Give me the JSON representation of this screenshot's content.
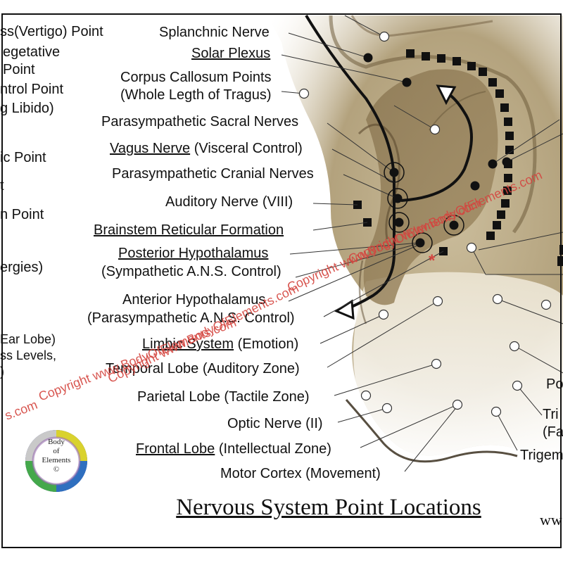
{
  "title": "Nervous System Point Locations",
  "site_fragment": "ww",
  "logo": {
    "line1": "Body",
    "line2": "of",
    "line3": "Elements",
    "line4": "©"
  },
  "watermark": "Copyright www.BodyOfElements.com",
  "watermark_prefix_fragment": "s.com",
  "left_cut_labels": [
    "ss(Vertigo) Point",
    "egetative",
    "Point",
    "ntrol Point",
    "g Libido)",
    "ic Point",
    "t",
    "n Point",
    "ergies)",
    "Ear Lobe)",
    "ss Levels,",
    ")"
  ],
  "points": {
    "splanchnic": "Splanchnic Nerve",
    "solar_plexus": "Solar Plexus",
    "corpus_callosum_1": "Corpus Callosum Points",
    "corpus_callosum_2": "(Whole Legth of Tragus)",
    "para_sacral": "Parasympathetic Sacral Nerves",
    "vagus_u": "Vagus Nerve",
    "vagus_rest": " (Visceral Control)",
    "para_cranial": "Parasympathetic Cranial Nerves",
    "auditory": "Auditory Nerve (VIII)",
    "brainstem": "Brainstem Reticular Formation",
    "post_hypo_u": "Posterior Hypothalamus",
    "post_hypo_2": "(Sympathetic A.N.S. Control)",
    "ant_hypo_1": "Anterior Hypothalamus",
    "ant_hypo_2": "(Parasympathetic A.N.S. Control)",
    "limbic_u": "Limbic System",
    "limbic_rest": " (Emotion)",
    "temporal": "Temporal Lobe (Auditory Zone)",
    "parietal": "Parietal Lobe (Tactile Zone)",
    "optic": "Optic Nerve (II)",
    "frontal_u": "Frontal Lobe",
    "frontal_rest": " (Intellectual Zone)",
    "motor": "Motor Cortex (Movement)"
  },
  "right_cut_labels": [
    "Po",
    "Tri",
    "(Fa",
    "Trigem"
  ],
  "colors": {
    "ear_dark": "#7d6a4a",
    "ear_mid": "#b8a887",
    "ear_light": "#e9e1cd",
    "concha": "#8f7c58",
    "watermark": "#d4453f",
    "marker": "#111111"
  }
}
